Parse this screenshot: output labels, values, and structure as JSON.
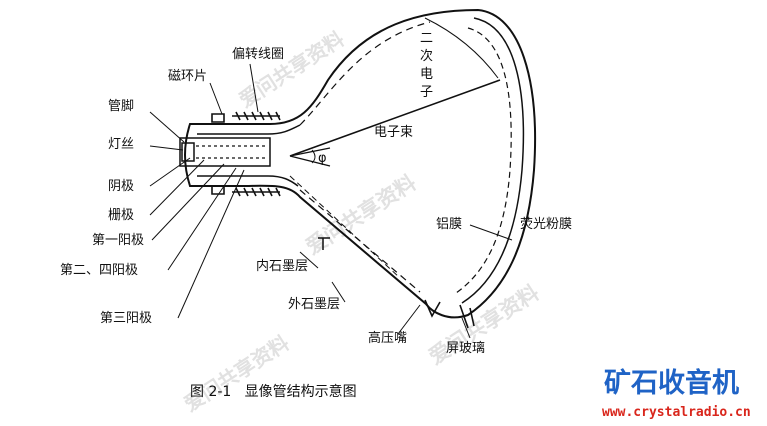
{
  "labels": {
    "coil": "偏转线圈",
    "ring": "磁环片",
    "pin": "管脚",
    "filament": "灯丝",
    "cathode": "阴极",
    "grid": "栅极",
    "anode1": "第一阳极",
    "anode24": "第二、四阳极",
    "anode3": "第三阳极",
    "inner_graphite": "内石墨层",
    "outer_graphite": "外石墨层",
    "hv": "高压嘴",
    "screen": "屏玻璃",
    "aluminum": "铝膜",
    "phosphor": "荧光粉膜",
    "beam": "电子束",
    "angle": "φ",
    "secondary": [
      "二",
      "次",
      "电",
      "子"
    ]
  },
  "caption": "图 2-1   显像管结构示意图",
  "watermark": "爱问共享资料",
  "brand": {
    "name": "矿石收音机",
    "url": "www.crystalradio.cn",
    "color": "#1f63c6",
    "url_color": "#d9261c"
  }
}
